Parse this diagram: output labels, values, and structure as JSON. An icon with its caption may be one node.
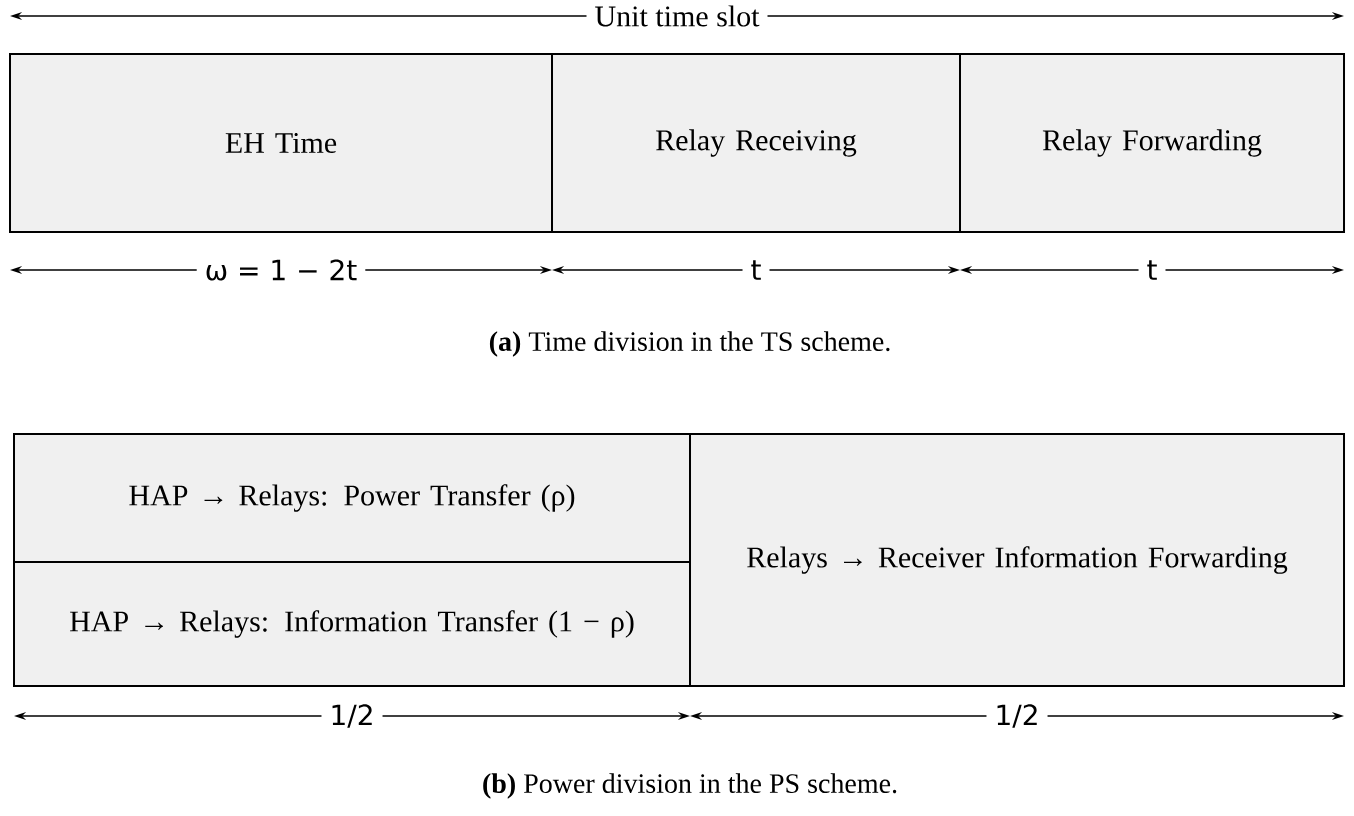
{
  "diagram": {
    "nodes": [
      {
        "text": [
          "EH Time"
        ]
      },
      {
        "text": [
          "Relay Receiving"
        ]
      },
      {
        "text": [
          "Relay Forwarding"
        ]
      },
      {
        "text": [
          "HAP → Relays: Power Transfer (ρ)"
        ]
      },
      {
        "text": [
          "HAP → Relays: Information Transfer (1 − ρ)"
        ]
      },
      {
        "text": [
          "Relays → Receiver Information Forwarding"
        ]
      }
    ],
    "labels": [
      "Unit time slot",
      "ω = 1 − 2t",
      "t",
      "t",
      "**(a)** Time division in the TS scheme.",
      "1/2",
      "1/2",
      "**(b)** Power division in the PS scheme."
    ]
  }
}
